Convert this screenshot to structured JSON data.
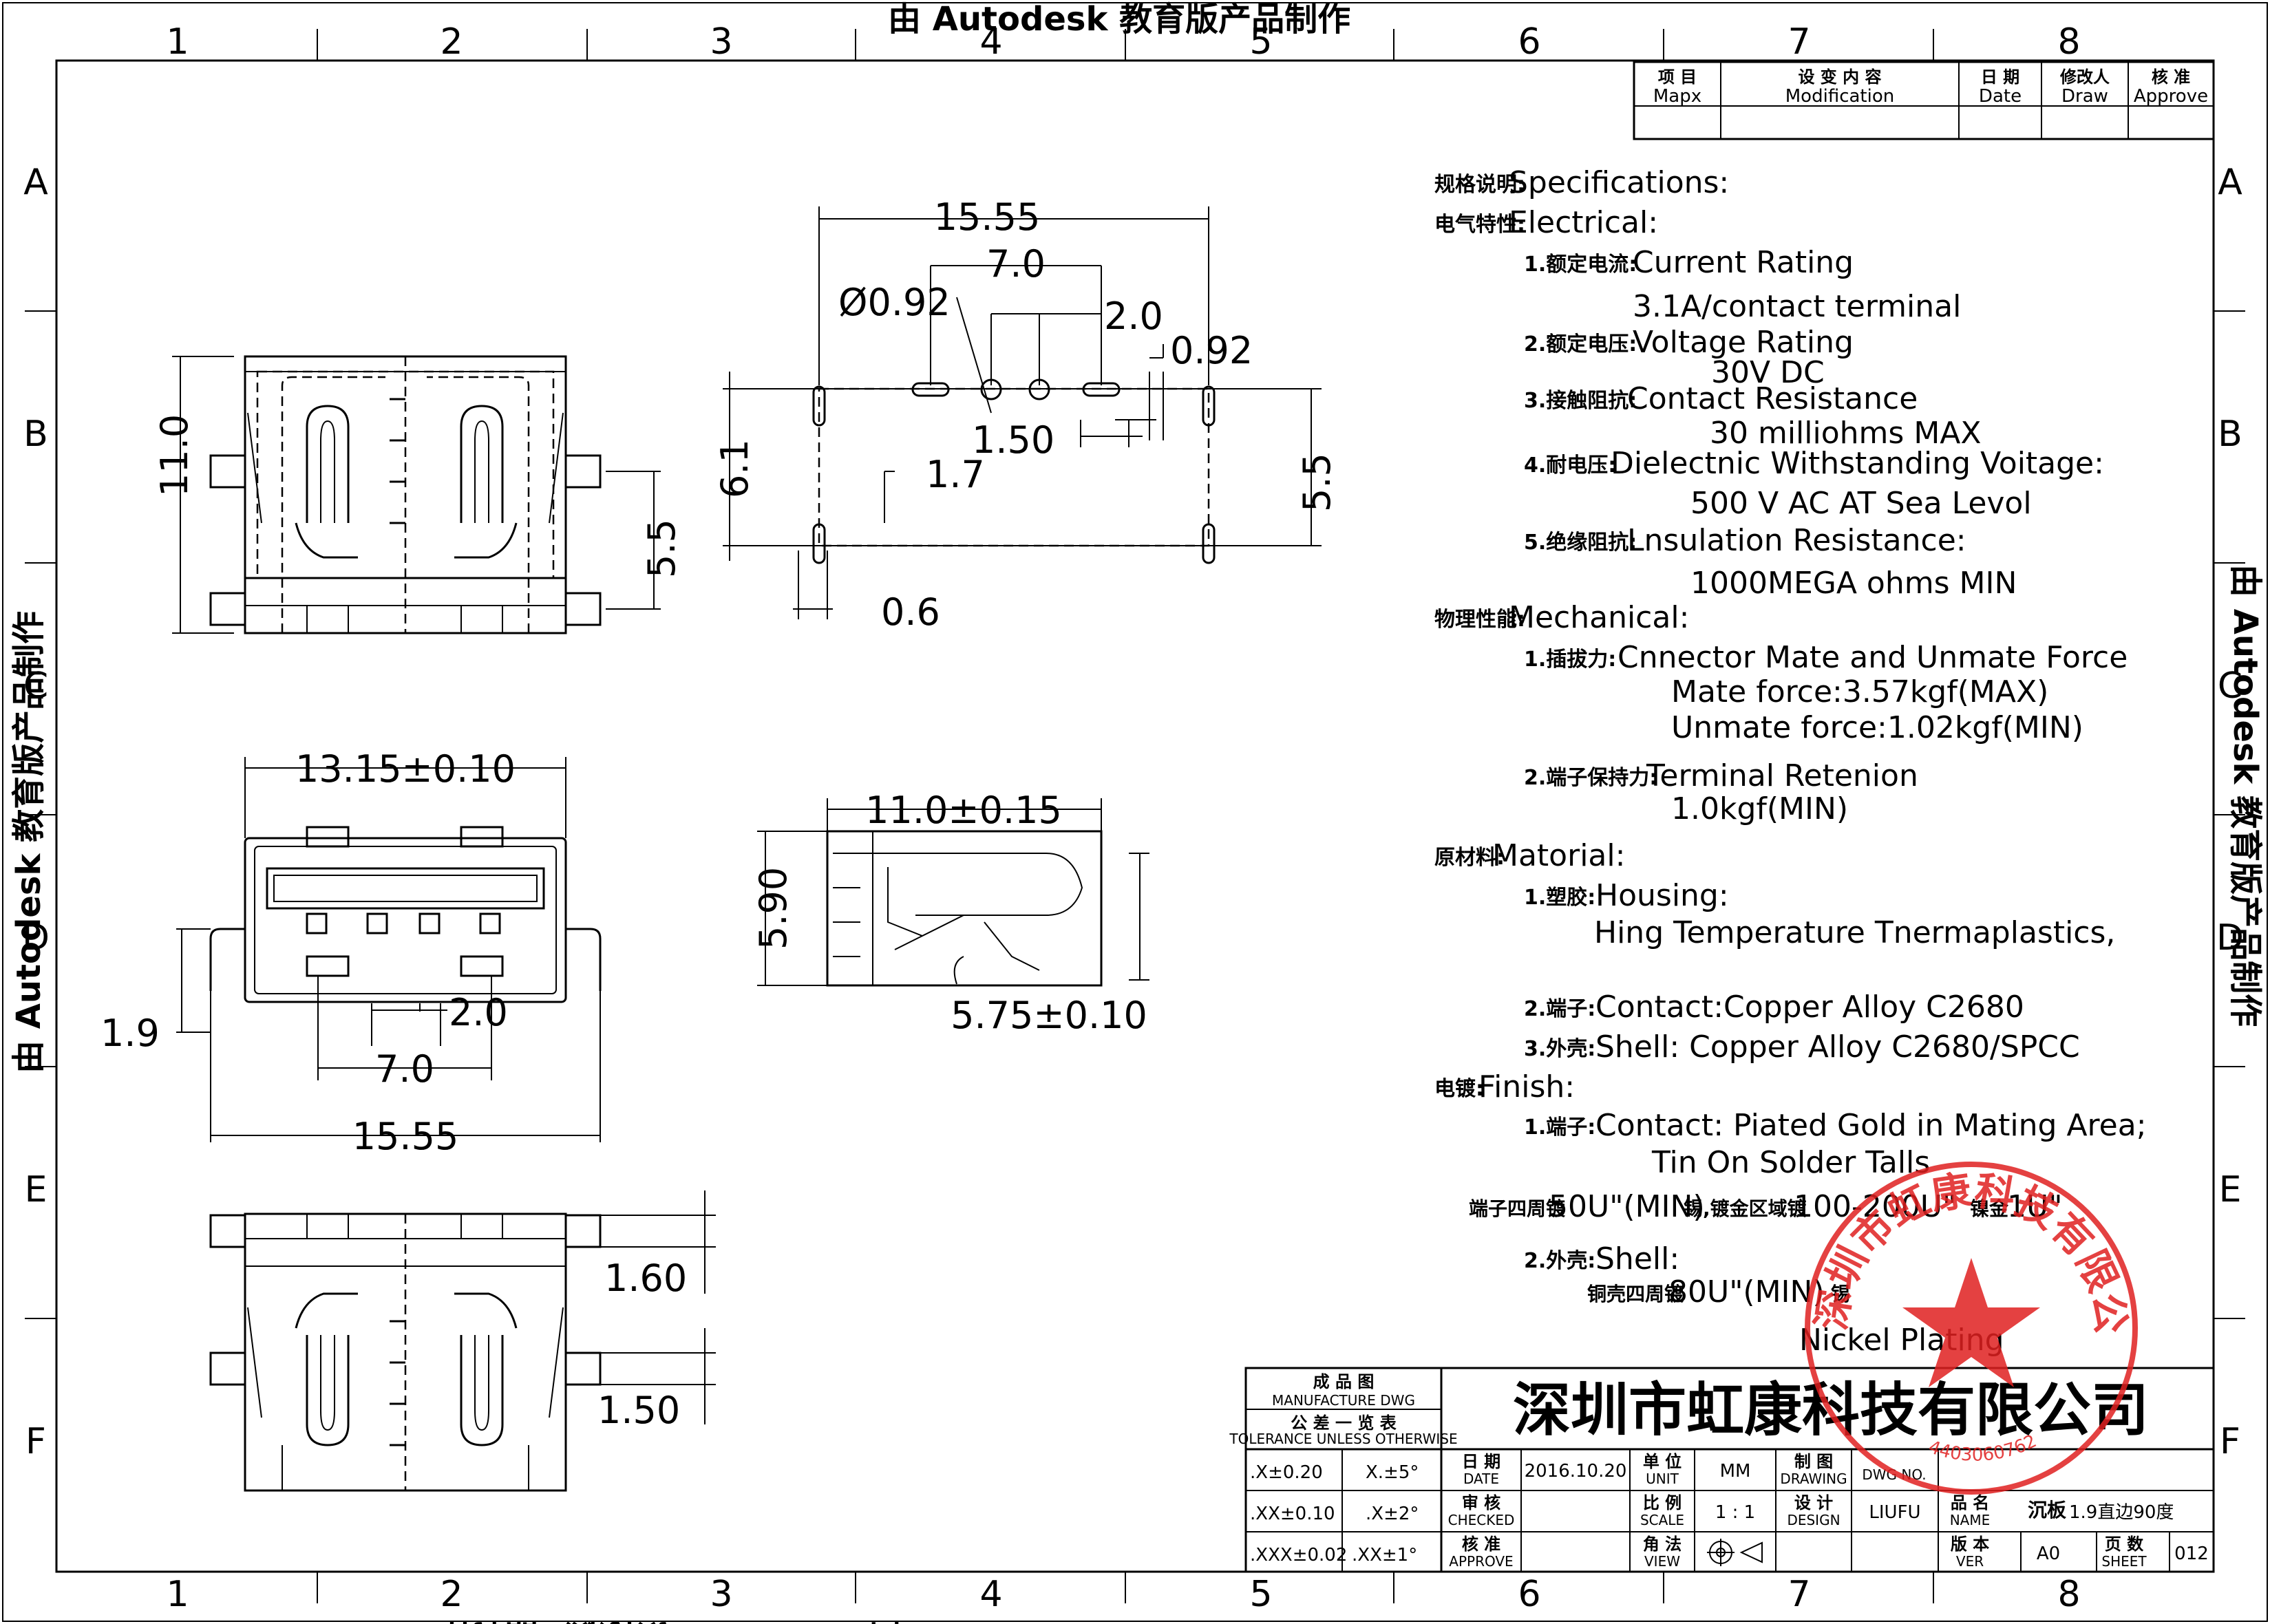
{
  "watermark": "由 Autodesk 教育版产品制作",
  "grid": {
    "columns": [
      "1",
      "2",
      "3",
      "4",
      "5",
      "6",
      "7",
      "8"
    ],
    "rows": [
      "A",
      "B",
      "C",
      "D",
      "E",
      "F"
    ]
  },
  "revision_table": {
    "headers": [
      {
        "cn": "项 目",
        "en": "Mapx"
      },
      {
        "cn": "设 变 内 容",
        "en": "Modification"
      },
      {
        "cn": "日 期",
        "en": "Date"
      },
      {
        "cn": "修改人",
        "en": "Draw"
      },
      {
        "cn": "核 准",
        "en": "Approve"
      }
    ]
  },
  "specs": {
    "title_cn": "规格说明:",
    "title": "Specifications:",
    "electrical_cn": "电气特性:",
    "electrical": "Electrical:",
    "e1_cn": "1.额定电流:",
    "e1": "Current  Rating",
    "e1_val": "3.1A/contact  terminal",
    "e2_cn": "2.额定电压:",
    "e2": "Voltage  Rating",
    "e2_val": "30V  DC",
    "e3_cn": "3.接触阻抗:",
    "e3": "Contact  Resistance",
    "e3_val": "30  milliohms  MAX",
    "e4_cn": "4.耐电压:",
    "e4": "Dielectnic  Withstanding  Voitage:",
    "e4_val": "500  V  AC  AT  Sea  Levol",
    "e5_cn": "5.绝缘阻抗:",
    "e5": "Lnsulation  Resistance:",
    "e5_val": "1000MEGA  ohms  MIN",
    "mech_cn": "物理性能:",
    "mech": "Mechanical:",
    "m1_cn": "1.插拔力:",
    "m1": "Cnnector  Mate  and  Unmate  Force",
    "m1_a": "Mate  force:3.57kgf(MAX)",
    "m1_b": "Unmate  force:1.02kgf(MIN)",
    "m2_cn": "2.端子保持力:",
    "m2": "Terminal  Retenion",
    "m2_val": "1.0kgf(MIN)",
    "mat_cn": "原材料:",
    "mat": "Matorial:",
    "t1_cn": "1.塑胶:",
    "t1": "Housing:",
    "t1_val": "Hing  Temperature    Tnermaplastics,",
    "t2_cn": "2.端子:",
    "t2": "Contact:Copper  Alloy  C2680",
    "t3_cn": "3.外壳:",
    "t3": "Shell:  Copper  Alloy  C2680/SPCC",
    "fin_cn": "电镀:",
    "fin": "Finish:",
    "f1_cn": "1.端子:",
    "f1": "Contact:  Piated  Gold  in  Mating  Area;",
    "f1_b": "Tin  On  Solder  Talls",
    "f1_c_cn1": "端子四周镀",
    "f1_c1": "50U\"(MIN)",
    "f1_c_cn2": "锡,镀金区域镀",
    "f1_c2": "100-200U\"",
    "f1_c_cn3": "镍金",
    "f1_c3": "1U\"",
    "f2_cn": "2.外壳:",
    "f2": "Shell:",
    "f2_b_cn": "铜壳四周镀",
    "f2_b": "80U\"(MIN)",
    "f2_b_cn2": "锡",
    "f2_c": "Nickel  Plating"
  },
  "dimensions": {
    "top_w": "15.55",
    "top_7": "7.0",
    "top_phi": "Ø0.92",
    "top_2": "2.0",
    "top_092": "0.92",
    "top_150": "1.50",
    "top_17": "1.7",
    "top_06": "0.6",
    "top_61": "6.1",
    "top_55": "5.5",
    "left_11": "11.0",
    "left_55": "5.5",
    "front_w": "13.15±0.10",
    "front_19": "1.9",
    "front_2": "2.0",
    "front_7": "7.0",
    "front_1555": "15.55",
    "side_11": "11.0±0.15",
    "side_59": "5.90",
    "side_575": "5.75±0.10",
    "bot_160": "1.60",
    "bot_150": "1.50"
  },
  "title_block": {
    "company": "深圳市虹康科技有限公司",
    "mfg_cn": "成 品 图",
    "mfg": "MANUFACTURE DWG",
    "tol_cn": "公 差 一 览 表",
    "tol": "TOLERANCE UNLESS OTHERWISE",
    "tol_rows": [
      {
        "a": ".X±0.20",
        "b": "X.±5°"
      },
      {
        "a": ".XX±0.10",
        "b": ".X±2°"
      },
      {
        "a": ".XXX±0.02",
        "b": ".XX±1°"
      }
    ],
    "date_cn": "日 期",
    "date_lbl": "DATE",
    "date_val": "2016.10.20",
    "unit_cn": "单 位",
    "unit_lbl": "UNIT",
    "unit_val": "MM",
    "drawing_cn": "制 图",
    "drawing_lbl": "DRAWING",
    "dwgno_lbl": "DWG NO.",
    "checked_cn": "审 核",
    "checked_lbl": "CHECKED",
    "scale_cn": "比 例",
    "scale_lbl": "SCALE",
    "scale_val": "1 : 1",
    "design_cn": "设 计",
    "design_lbl": "DESIGN",
    "design_val": "LIUFU",
    "name_cn": "品 名",
    "name_lbl": "NAME",
    "name_val_cn": "沉板",
    "name_val": "1.9直边90度",
    "approve_cn": "核 准",
    "approve_lbl": "APPROVE",
    "view_cn": "角 法",
    "view_lbl": "VIEW",
    "ver_cn": "版 本",
    "ver_lbl": "VER",
    "ver_val": "A0",
    "sheet_cn": "页 数",
    "sheet_lbl": "SHEET",
    "sheet_val": "012"
  },
  "stamp": {
    "text": "深圳市虹康科技有限公司",
    "number": "4403060762"
  }
}
